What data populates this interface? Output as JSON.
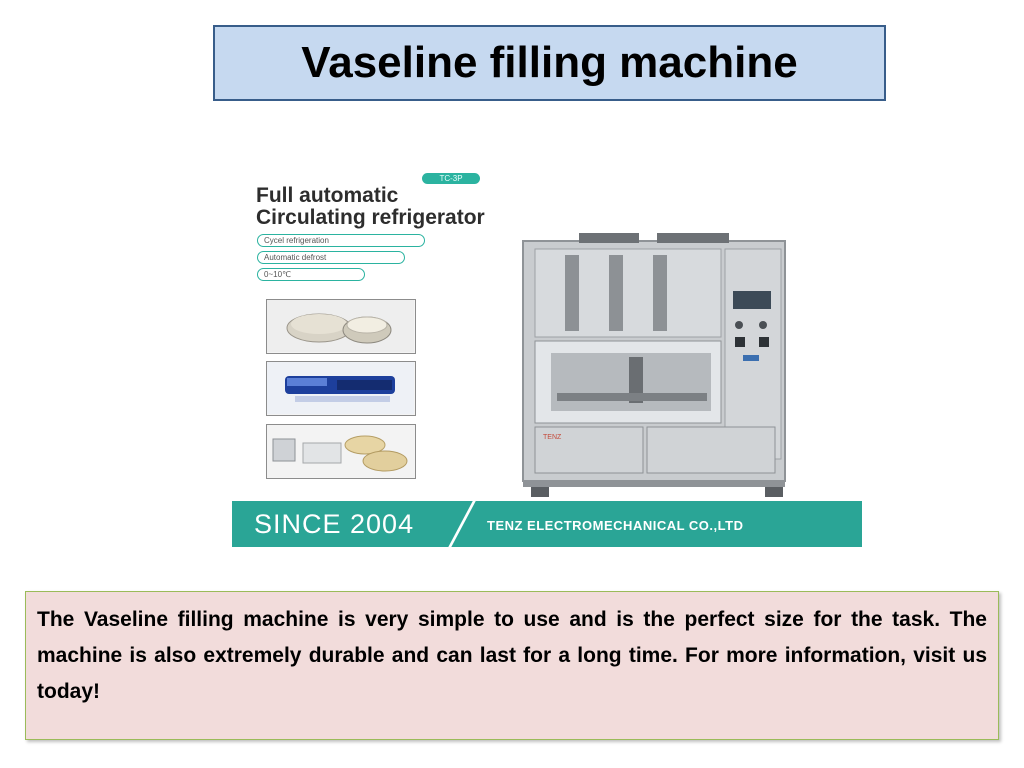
{
  "title": "Vaseline filling machine",
  "product_image": {
    "tag": "TC-3P",
    "headline_line1": "Full automatic",
    "headline_line2": "Circulating refrigerator",
    "features": [
      "Cycel refrigeration",
      "Automatic defrost",
      "0~10℃"
    ],
    "since": "SINCE 2004",
    "company": "TENZ ELECTROMECHANICAL CO.,LTD",
    "colors": {
      "teal": "#2aa596",
      "steel": "#c9cccf"
    }
  },
  "description": "The Vaseline filling machine is very simple to use and is the perfect size for the task. The machine is also extremely durable and can last for a long time. For more information, visit us today!",
  "colors": {
    "title_bg": "#c6d9f0",
    "title_border": "#385d8a",
    "desc_bg": "#f2dcdb",
    "desc_border": "#9bbb59"
  }
}
